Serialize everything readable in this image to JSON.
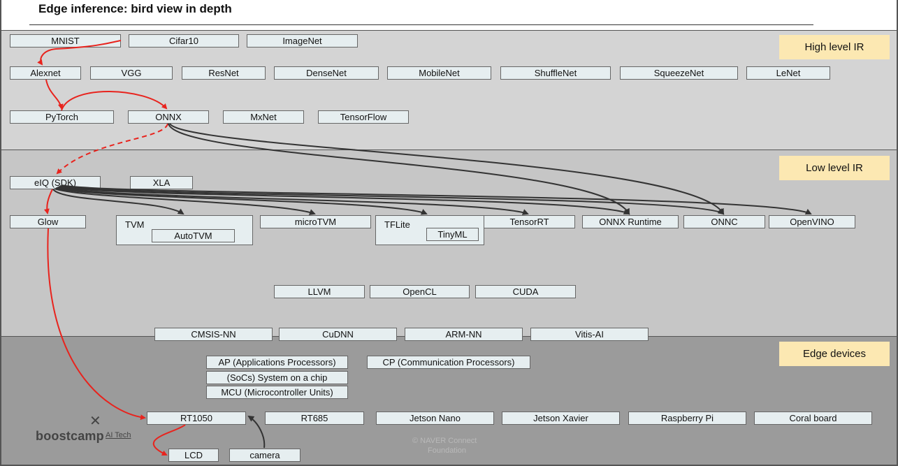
{
  "title": "Edge inference: bird view in depth",
  "levels": {
    "high": "High level IR",
    "low": "Low level IR",
    "edge": "Edge devices"
  },
  "datasets": [
    "MNIST",
    "Cifar10",
    "ImageNet"
  ],
  "models": [
    "Alexnet",
    "VGG",
    "ResNet",
    "DenseNet",
    "MobileNet",
    "ShuffleNet",
    "SqueezeNet",
    "LeNet"
  ],
  "frameworks": [
    "PyTorch",
    "ONNX",
    "MxNet",
    "TensorFlow"
  ],
  "sdks": [
    "eIQ (SDK)",
    "XLA"
  ],
  "runtimes": {
    "glow": "Glow",
    "tvm": "TVM",
    "autotvm": "AutoTVM",
    "microtvm": "microTVM",
    "tflite": "TFLite",
    "tinyml": "TinyML",
    "tensorrt": "TensorRT",
    "onnx_runtime": "ONNX Runtime",
    "onnc": "ONNC",
    "openvino": "OpenVINO"
  },
  "backends": [
    "LLVM",
    "OpenCL",
    "CUDA"
  ],
  "kernels": [
    "CMSIS-NN",
    "CuDNN",
    "ARM-NN",
    "Vitis-AI"
  ],
  "processors": {
    "ap": "AP (Applications Processors)",
    "soc": "(SoCs) System on a chip",
    "mcu": "MCU (Microcontroller Units)",
    "cp": "CP (Communication Processors)"
  },
  "devices": [
    "RT1050",
    "RT685",
    "Jetson Nano",
    "Jetson Xavier",
    "Raspberry Pi",
    "Coral board"
  ],
  "peripherals": [
    "LCD",
    "camera"
  ],
  "logo": {
    "name": "boostcamp",
    "sub": "AI Tech",
    "mark": "✕"
  },
  "watermark": {
    "line1": "© NAVER Connect",
    "line2": "Foundation"
  },
  "colors": {
    "highlight_path": "#e8231d",
    "edge_arrow": "#333333",
    "box_fill": "#e6eef0",
    "level_label": "#fce8b2"
  }
}
